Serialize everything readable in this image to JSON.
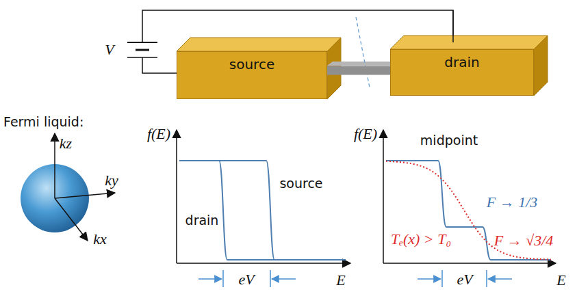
{
  "diagram": {
    "nodes": [
      {
        "text": [
          "source"
        ]
      },
      {
        "text": [
          "drain"
        ]
      }
    ],
    "edges": [
      {
        "from": 0,
        "to": 1,
        "arrow": "none"
      }
    ],
    "labels": [
      "V",
      "Fermi liquid:",
      "kz",
      "ky",
      "kx",
      "f(E)",
      "drain",
      "source",
      "eV",
      "E",
      "f(E)",
      "midpoint",
      "F → 1/3",
      "F → √3/4",
      "Tₑ(x) > T₀",
      "eV",
      "E"
    ]
  }
}
